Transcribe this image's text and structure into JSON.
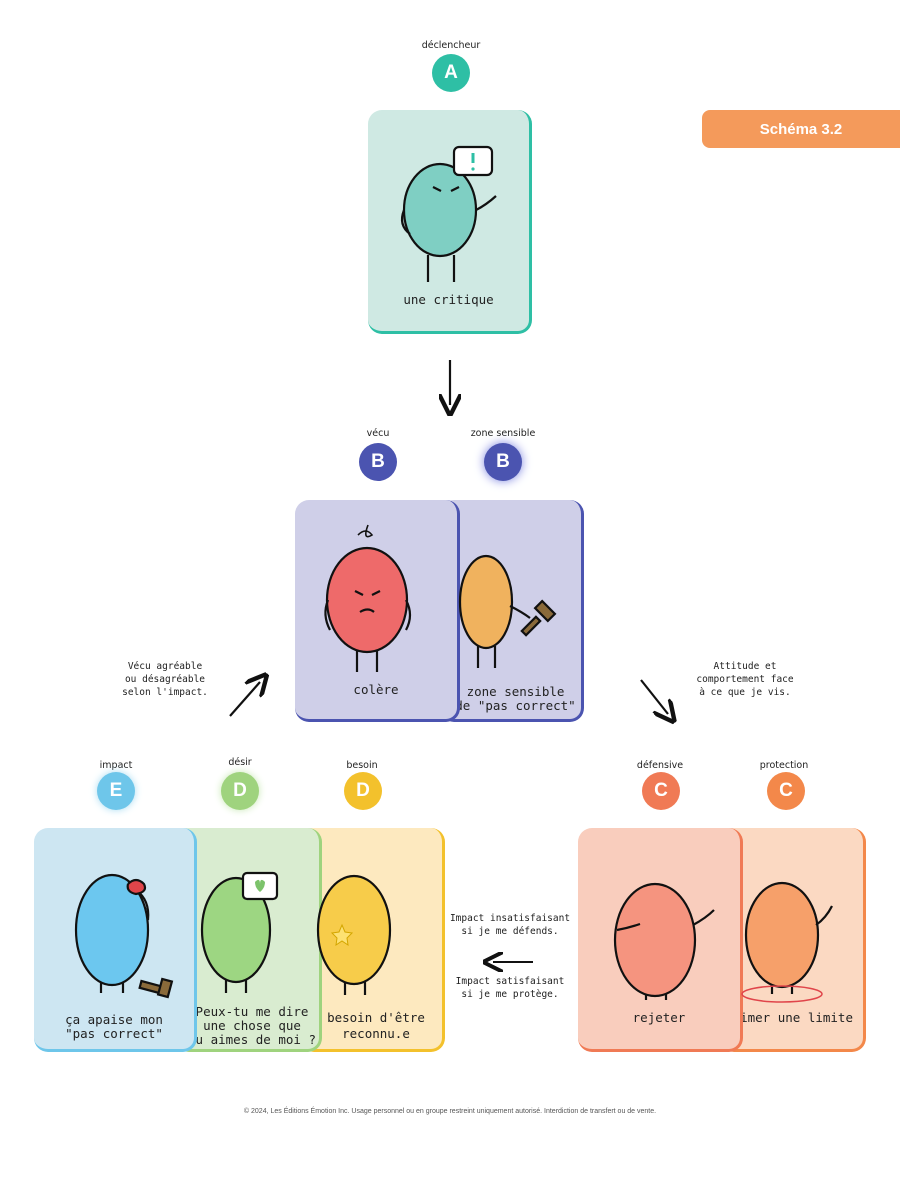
{
  "tag": "Schéma 3.2",
  "footer": "© 2024, Les Éditions Émotion Inc. Usage personnel ou en groupe restreint uniquement autorisé. Interdiction de transfert ou de vente.",
  "badges": {
    "a": {
      "letter": "A",
      "label": "déclencheur",
      "color": "#2ebfa5"
    },
    "b1": {
      "letter": "B",
      "label": "vécu",
      "color": "#4b54b0"
    },
    "b2": {
      "letter": "B",
      "label": "zone sensible",
      "color": "#4b54b0"
    },
    "e": {
      "letter": "E",
      "label": "impact",
      "color": "#6ec6ea"
    },
    "d1": {
      "letter": "D",
      "label": "désir",
      "color": "#9fd37e"
    },
    "d2": {
      "letter": "D",
      "label": "besoin",
      "color": "#f3c12c"
    },
    "c1": {
      "letter": "C",
      "label": "défensive",
      "color": "#f07a55"
    },
    "c2": {
      "letter": "C",
      "label": "protection",
      "color": "#f3884a"
    }
  },
  "cards": {
    "critique": {
      "text": "une critique"
    },
    "colere": {
      "text": "colère"
    },
    "zone": {
      "line1": "zone sensible",
      "line2": "de \"pas correct\""
    },
    "impact": {
      "line1": "ça apaise mon",
      "line2": "\"pas correct\""
    },
    "desir": {
      "line1": "Peux-tu me dire",
      "line2": "une chose que",
      "line3": "tu aimes de moi ?"
    },
    "besoin": {
      "line1": "besoin d'être",
      "line2": "reconnu.e"
    },
    "rejeter": {
      "text": "rejeter"
    },
    "limite": {
      "text": "exprimer une limite"
    }
  },
  "notes": {
    "left": {
      "l1": "Vécu agréable",
      "l2": "ou désagréable",
      "l3": "selon l'impact."
    },
    "right": {
      "l1": "Attitude et",
      "l2": "comportement face",
      "l3": "à ce que je vis."
    },
    "mid_top": {
      "l1": "Impact insatisfaisant",
      "l2": "si je me défends."
    },
    "mid_bottom": {
      "l1": "Impact satisfaisant",
      "l2": "si je me protège."
    }
  }
}
